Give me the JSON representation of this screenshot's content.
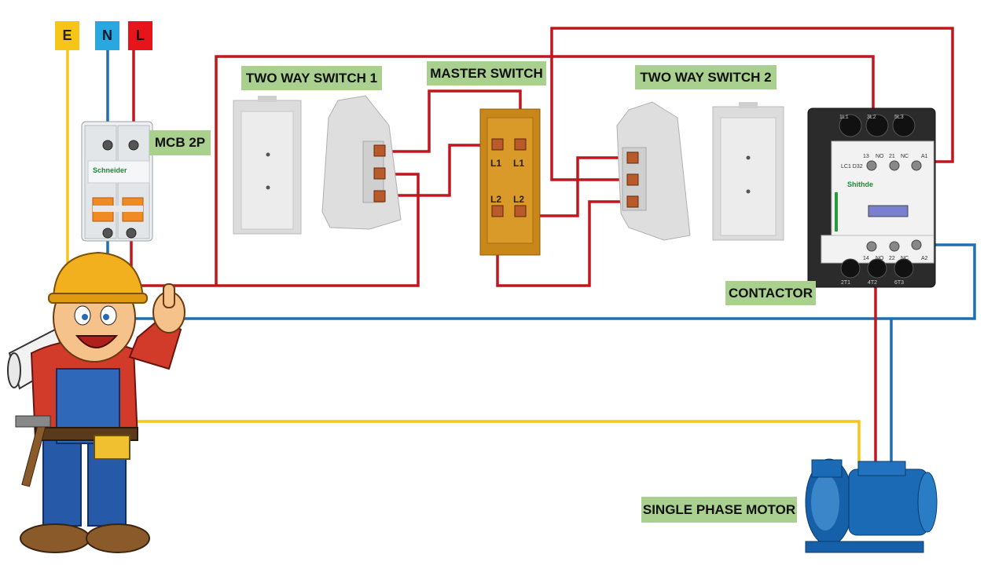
{
  "supply": {
    "earth": "E",
    "neutral": "N",
    "live": "L"
  },
  "labels": {
    "mcb": "MCB 2P",
    "switch1": "TWO WAY SWITCH 1",
    "master": "MASTER SWITCH",
    "switch2": "TWO WAY SWITCH 2",
    "contactor": "CONTACTOR",
    "motor": "SINGLE PHASE MOTOR"
  },
  "master_terminals": {
    "t1": "L1",
    "t2": "L1",
    "t3": "L2",
    "t4": "L2"
  },
  "mcb_brand": "Schneider",
  "contactor_brand": "Shithde",
  "contactor_model": "LC1 D32",
  "contactor_top_terminals": [
    "1L1",
    "3L2",
    "5L3"
  ],
  "contactor_bottom_terminals": [
    "2T1",
    "4T2",
    "6T3"
  ],
  "contactor_aux_top": [
    "13",
    "NO",
    "21",
    "NC",
    "A1"
  ],
  "contactor_aux_bottom": [
    "14",
    "NO",
    "22",
    "NC",
    "A2"
  ],
  "colors": {
    "earth": "#f5c518",
    "neutral": "#1f6fb0",
    "live": "#c0161d",
    "label_bg": "#a9d08e",
    "neutral_tag": "#29a7e1",
    "live_tag": "#e8141b",
    "earth_tag": "#f5c518"
  }
}
